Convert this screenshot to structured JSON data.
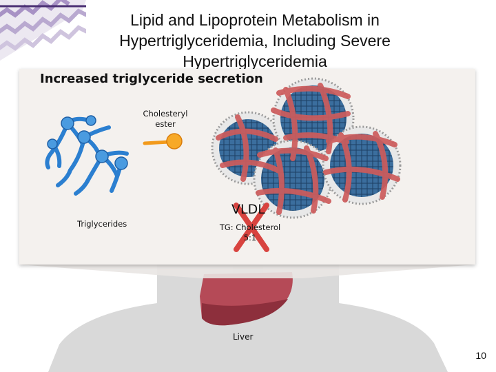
{
  "title_lines": [
    "Lipid and Lipoprotein Metabolism in",
    "Hypertriglyceridemia, Including Severe",
    "Hypertriglyceridemia"
  ],
  "panel": {
    "heading": "Increased triglyceride secretion",
    "cholesteryl_ester_lines": [
      "Cholesteryl",
      "ester"
    ],
    "triglycerides_label": "Triglycerides",
    "vldl_label": "VLDL",
    "ratio_lines": [
      "TG: Cholesterol",
      "5:1"
    ]
  },
  "liver_label": "Liver",
  "page_number": "10",
  "colors": {
    "panel_bg": "#f4f1ee",
    "silhouette": "#d9d9d9",
    "liver": "#9b3a47",
    "strand": "#cd5c5c",
    "cross": "#d8433f",
    "molecule_blue": "#2b7fd0",
    "ester_orange": "#f29a1b",
    "ribbon_purple": "#4a2f73"
  }
}
